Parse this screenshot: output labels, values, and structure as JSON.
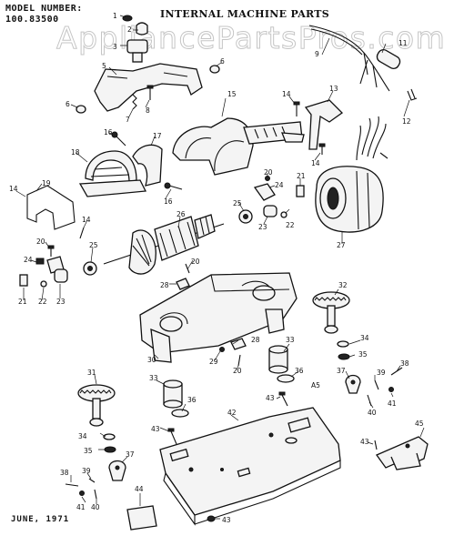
{
  "header": {
    "model_label_line1": "MODEL NUMBER:",
    "model_label_line2": "100.83500",
    "title": "INTERNAL MACHINE PARTS"
  },
  "watermark": "AppliancePartsPros.com",
  "footer": {
    "date": "JUNE, 1971"
  },
  "callouts": {
    "c1": "1",
    "c2": "2",
    "c3": "3",
    "c5": "5",
    "c6a": "6",
    "c6b": "6",
    "c7": "7",
    "c8": "8",
    "c9": "9",
    "c11": "11",
    "c12": "12",
    "c13": "13",
    "c14a": "14",
    "c14b": "14",
    "c14c": "14",
    "c14d": "14",
    "c15": "15",
    "c16a": "16",
    "c16b": "16",
    "c17": "17",
    "c18": "18",
    "c19": "19",
    "c20a": "20",
    "c20b": "20",
    "c20c": "20",
    "c20d": "20",
    "c21a": "21",
    "c21b": "21",
    "c22a": "22",
    "c22b": "22",
    "c23a": "23",
    "c23b": "23",
    "c24a": "24",
    "c24b": "24",
    "c25a": "25",
    "c25b": "25",
    "c26": "26",
    "c27": "27",
    "c28a": "28",
    "c28b": "28",
    "c29": "29",
    "c30": "30",
    "c31": "31",
    "c32": "32",
    "c33a": "33",
    "c33b": "33",
    "c34a": "34",
    "c34b": "34",
    "c35a": "35",
    "c35b": "35",
    "c36a": "36",
    "c36b": "36",
    "c37a": "37",
    "c37b": "37",
    "c38a": "38",
    "c38b": "38",
    "c39a": "39",
    "c39b": "39",
    "c40a": "40",
    "c40b": "40",
    "c41a": "41",
    "c41b": "41",
    "c42": "42",
    "c43a": "43",
    "c43b": "43",
    "c43c": "43",
    "c43d": "43",
    "c44": "44",
    "c45": "45",
    "cA5": "A5"
  }
}
